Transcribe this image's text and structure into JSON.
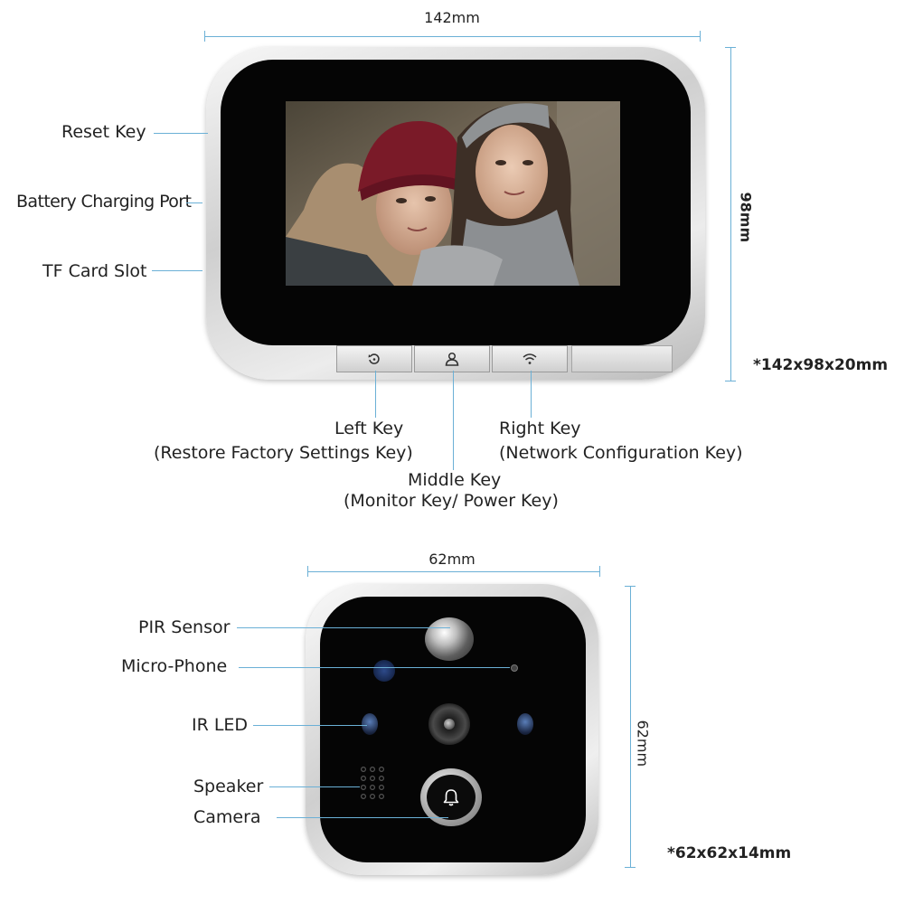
{
  "monitor": {
    "width_label": "142mm",
    "height_label": "98mm",
    "size_label": "*142x98x20mm",
    "side_labels": {
      "reset": "Reset Key",
      "charging": "Battery Charging Port",
      "tf": "TF Card Slot"
    },
    "keys": {
      "left_title": "Left Key",
      "left_sub": "(Restore Factory Settings Key)",
      "middle_title": "Middle Key",
      "middle_sub": "(Monitor Key/ Power Key)",
      "right_title": "Right Key",
      "right_sub": "(Network Configuration Key)"
    }
  },
  "doorbell": {
    "width_label": "62mm",
    "height_label": "62mm",
    "size_label": "*62x62x14mm",
    "labels": {
      "pir": "PIR Sensor",
      "mic": "Micro-Phone",
      "ir": "IR LED",
      "speaker": "Speaker",
      "camera": "Camera"
    }
  },
  "colors": {
    "line": "#6bb0d6",
    "shell": "#d9d9d9",
    "panel": "#050505"
  },
  "icons": [
    "reset-icon",
    "person-icon",
    "wifi-icon",
    "bell-icon"
  ]
}
